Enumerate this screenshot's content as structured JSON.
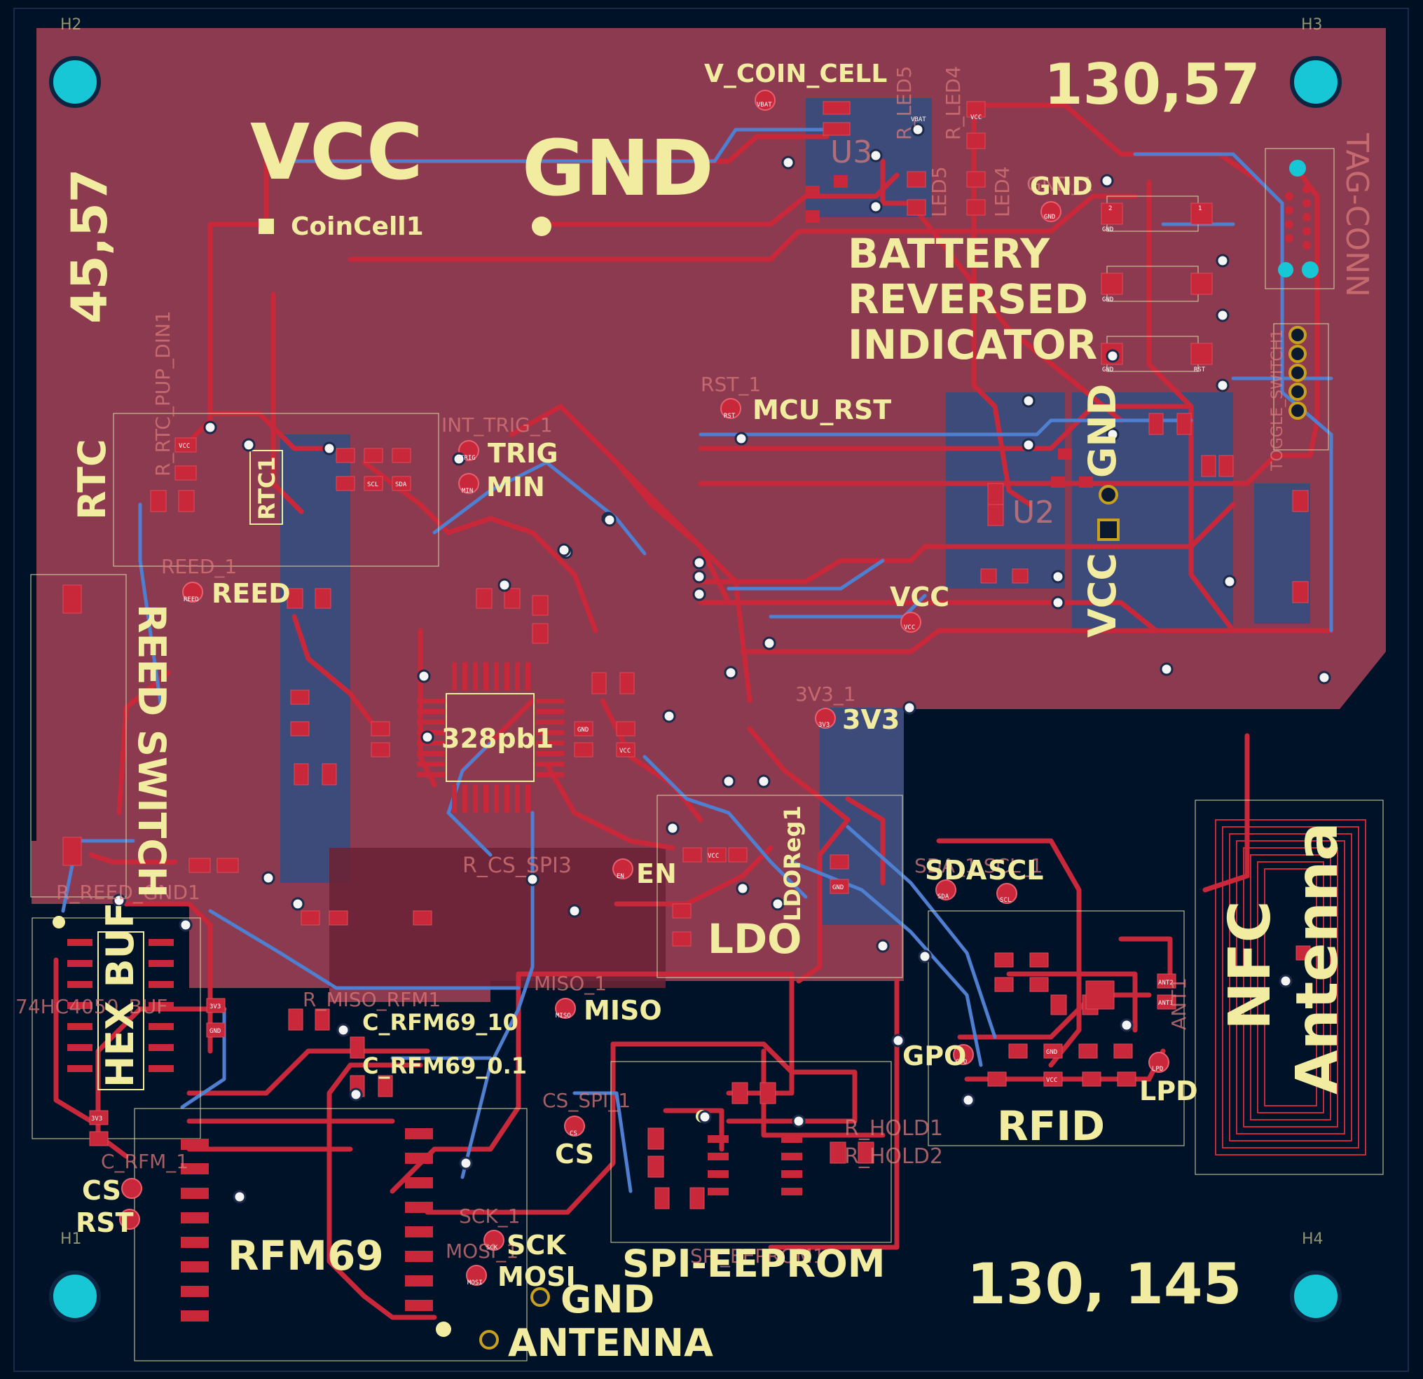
{
  "colors": {
    "background": "#001023",
    "board_red": "#8c3a4f",
    "copper_front": "#c8283a",
    "copper_back": "#4f7fd0",
    "back_zone": "#2f4f82",
    "silkscreen": "#f2eca0",
    "mount_hole": "#18c7d6",
    "via": "#f5f5f5",
    "tht_ring": "#c8a020"
  },
  "holes": {
    "h1": "H1",
    "h2": "H2",
    "h3": "H3",
    "h4": "H4"
  },
  "coords": {
    "top_left": "45,57",
    "top_right": "130,57",
    "bottom_right": "130, 145"
  },
  "top": {
    "vcc": "VCC",
    "gnd": "GND",
    "v_coin_cell": "V_COIN_CELL",
    "coincell": "CoinCell1"
  },
  "battery": {
    "line1": "BATTERY",
    "line2": "REVERSED",
    "line3": "INDICATOR"
  },
  "tags": {
    "gnd_right": "GND",
    "tag_conn": "TAG-CONN",
    "toggle_switch": "TOGGLE_SWITCH1",
    "u3": "U3",
    "u2": "U2"
  },
  "blocks": {
    "rtc": "RTC",
    "rtc1": "RTC1",
    "reed_switch": "REED SWITCH",
    "hex_buf": "HEX BUF",
    "rfm69": "RFM69",
    "spi_eeprom": "SPI-EEPROM",
    "ldo": "LDO",
    "ldoreg1": "LDOReg1",
    "rfid": "RFID",
    "mcu": "328pb1",
    "nfc_line1": "NFC",
    "nfc_line2": "Antenna"
  },
  "nets": {
    "trig": "TRIG",
    "min": "MIN",
    "mcu_rst": "MCU_RST",
    "reed": "REED",
    "vcc_mid": "VCC",
    "v3v3": "3V3",
    "sda": "SDA",
    "scl": "SCL",
    "en": "EN",
    "gpo": "GPO",
    "lpd": "LPD",
    "miso": "MISO",
    "cs": "CS",
    "sck": "SCK",
    "mosi": "MOSI",
    "cs_left": "CS",
    "rst_left": "RST",
    "gnd_ant": "GND",
    "antenna": "ANTENNA",
    "c_rfm69_10": "C_RFM69_10",
    "c_rfm69_01": "C_RFM69_0.1",
    "r_miso_rfm1": "R_MISO_RFM1",
    "r_hold1": "R_HOLD1",
    "r_hold2": "R_HOLD2",
    "r_cs_spi3": "R_CS_SPI3",
    "gnd_vcc_vert": "VCC",
    "gnd_vert": "GND"
  },
  "refs": {
    "rtc_pup": "R_RTC_PUP_DIN1",
    "reed_gnd": "R_REED_GND1",
    "u4hc1": "74HC4050_BUF",
    "rst_1": "RST_1",
    "trig_1": "INT_TRIG_1",
    "reed_1": "REED_1",
    "miso_1": "MISO_1",
    "cs_spi": "CS_SPI_1",
    "sck_1": "SCK_1",
    "mosi_1": "MOSI_1",
    "c_rfm_1": "C_RFM_1",
    "sda_scl": "SDA_1  SCL_1",
    "ant1": "ANT1",
    "led5": "LED5",
    "led4": "LED4",
    "r_led5": "R_LED5",
    "r_led4": "R_LED4",
    "spi_eeprom_ref": "SPI_EEPROM1",
    "v3v3_1": "3V3_1",
    "gnd_1": "GND_1"
  },
  "pads": {
    "vbat": "VBAT",
    "vcc": "VCC",
    "gnd": "GND",
    "rst": "RST",
    "one": "1",
    "two": "2",
    "sda": "SDA",
    "scl": "SCL",
    "gpo": "GPO",
    "lpd": "LPD",
    "ant1": "ANT1",
    "ant2": "ANT2",
    "trig": "TRIG",
    "min": "MIN",
    "reed": "REED",
    "miso": "MISO",
    "cs": "CS",
    "sck": "SCK",
    "mosi": "MOSI",
    "v3v3": "3V3",
    "en": "EN"
  }
}
